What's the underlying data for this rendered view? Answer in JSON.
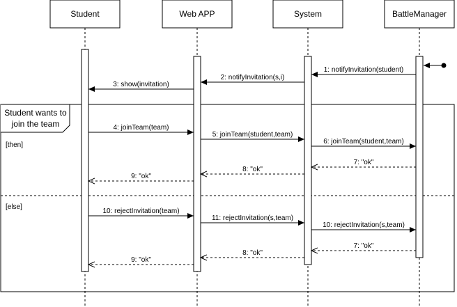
{
  "participants": [
    {
      "id": "student",
      "label": "Student"
    },
    {
      "id": "webapp",
      "label": "Web APP"
    },
    {
      "id": "system",
      "label": "System"
    },
    {
      "id": "battlemanager",
      "label": "BattleManager"
    }
  ],
  "fragment": {
    "operator_label": [
      "Student wants to",
      "join the team"
    ],
    "guards": {
      "then": "[then]",
      "else": "[else]"
    }
  },
  "messages": [
    {
      "label": "1: notifyInvitation(student)",
      "from": "battlemanager",
      "to": "system",
      "type": "sync"
    },
    {
      "label": "2: notifyInvitation(s,i)",
      "from": "system",
      "to": "webapp",
      "type": "sync"
    },
    {
      "label": "3: show(invitation)",
      "from": "webapp",
      "to": "student",
      "type": "sync"
    },
    {
      "label": "4: joinTeam(team)",
      "from": "student",
      "to": "webapp",
      "type": "sync"
    },
    {
      "label": "5: joinTeam(student,team)",
      "from": "webapp",
      "to": "system",
      "type": "sync"
    },
    {
      "label": "6: joinTeam(student,team)",
      "from": "system",
      "to": "battlemanager",
      "type": "sync"
    },
    {
      "label": "7: \"ok\"",
      "from": "battlemanager",
      "to": "system",
      "type": "return"
    },
    {
      "label": "8: \"ok\"",
      "from": "system",
      "to": "webapp",
      "type": "return"
    },
    {
      "label": "9: \"ok\"",
      "from": "webapp",
      "to": "student",
      "type": "return"
    },
    {
      "label": "10: rejectInvitation(team)",
      "from": "student",
      "to": "webapp",
      "type": "sync"
    },
    {
      "label": "11: rejectInvitation(s,team)",
      "from": "webapp",
      "to": "system",
      "type": "sync"
    },
    {
      "label": "10: rejectInvitation(s,team)",
      "from": "system",
      "to": "battlemanager",
      "type": "sync"
    },
    {
      "label": "7: \"ok\"",
      "from": "battlemanager",
      "to": "system",
      "type": "return"
    },
    {
      "label": "8: \"ok\"",
      "from": "system",
      "to": "webapp",
      "type": "return"
    },
    {
      "label": "9: \"ok\"",
      "from": "webapp",
      "to": "student",
      "type": "return"
    }
  ]
}
